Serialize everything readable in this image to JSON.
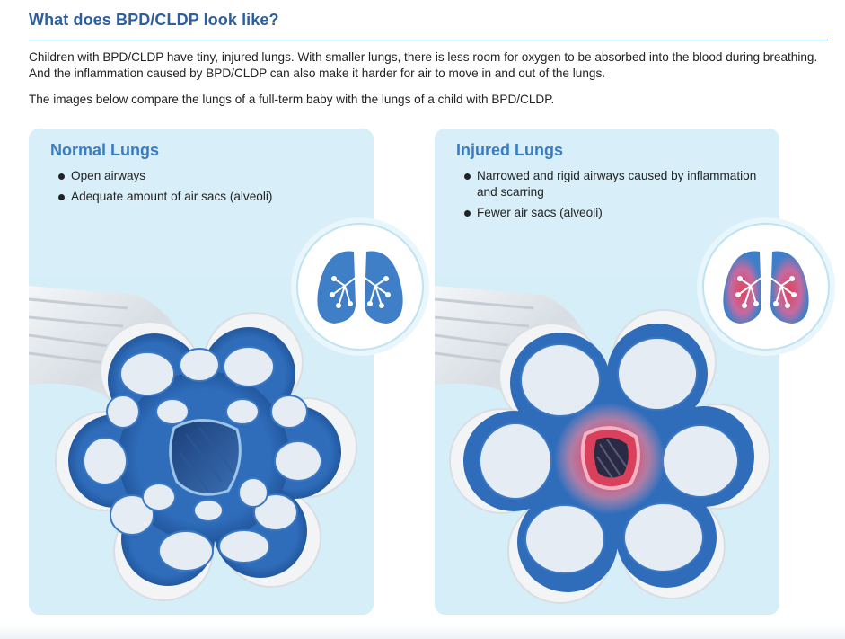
{
  "header": {
    "title": "What does BPD/CLDP look like?"
  },
  "intro": {
    "paragraph1": "Children with BPD/CLDP have tiny, injured lungs. With smaller lungs, there is less room for oxygen to be absorbed into the blood during breathing. And the inflammation caused by BPD/CLDP can also make it harder for air to move in and out of the lungs.",
    "paragraph2": "The images below compare the lungs of a full-term baby with the lungs of a child with BPD/CLDP."
  },
  "panels": [
    {
      "heading": "Normal Lungs",
      "bullets": [
        "Open airways",
        "Adequate amount of air sacs (alveoli)"
      ]
    },
    {
      "heading": "Injured Lungs",
      "bullets": [
        "Narrowed and rigid airways caused by inflammation and scarring",
        "Fewer air sacs (alveoli)"
      ]
    }
  ],
  "colors": {
    "title": "#2d5f9e",
    "heading": "#3a7cc4",
    "panel_bg": "#dcf0f8",
    "lung_blue": "#3f7fc8",
    "inflammation": "#e0435f"
  }
}
